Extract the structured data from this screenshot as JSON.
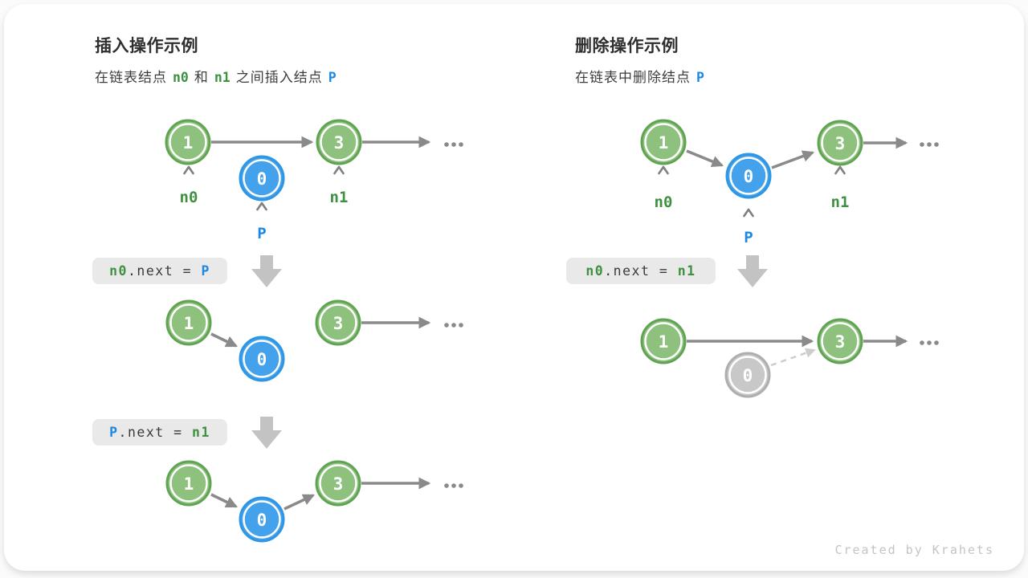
{
  "palette": {
    "green_fill": "#8dc17d",
    "green_border": "#60a453",
    "green_text": "#3f9142",
    "blue_fill": "#44a1eb",
    "blue_border": "#2d96e5",
    "blue_text": "#1d87e4",
    "gray_fill": "#c8c8c8",
    "gray_border": "#aeaeae",
    "arrow": "#8a8a8a",
    "dashed_arrow": "#cdcdcd",
    "code_bg": "#e9e9e9",
    "code_text": "#3a3a3a",
    "block_arrow": "#c3c3c3",
    "credit_text": "#c4c4c4"
  },
  "nodes": {
    "first": "1",
    "inserted": "0",
    "second": "3"
  },
  "labels": {
    "n0": "n0",
    "p": "P",
    "n1": "n1"
  },
  "left": {
    "title": "插入操作示例",
    "subtitle": {
      "t1": "在链表结点",
      "n0": "n0",
      "t2": "和",
      "n1": "n1",
      "t3": "之间插入结点",
      "p": "P"
    },
    "code1": {
      "lhs": "n0",
      "op": ".next = ",
      "rhs": "P"
    },
    "code2": {
      "lhs": "P",
      "op": ".next = ",
      "rhs": "n1"
    }
  },
  "right": {
    "title": "删除操作示例",
    "subtitle": {
      "t1": "在链表中删除结点",
      "p": "P"
    },
    "code1": {
      "lhs": "n0",
      "op": ".next = ",
      "rhs": "n1"
    }
  },
  "credit": "Created by Krahets"
}
